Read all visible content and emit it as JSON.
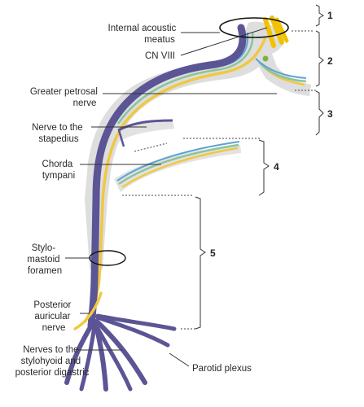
{
  "labels": {
    "internal_acoustic_meatus": [
      "Internal acoustic",
      "meatus"
    ],
    "cn_viii": "CN VIII",
    "greater_petrosal_nerve": [
      "Greater petrosal",
      "nerve"
    ],
    "nerve_to_stapedius": [
      "Nerve to the",
      "stapedius"
    ],
    "chorda_tympani": [
      "Chorda",
      "tympani"
    ],
    "stylomastoid_foramen": [
      "Stylo-",
      "mastoid",
      "foramen"
    ],
    "posterior_auricular_nerve": [
      "Posterior",
      "auricular",
      "nerve"
    ],
    "nerves_to_stylohyoid": [
      "Nerves to the",
      "stylohyoid and",
      "posterior digastric"
    ],
    "parotid_plexus": "Parotid plexus"
  },
  "segments": [
    "1",
    "2",
    "3",
    "4",
    "5"
  ],
  "colors": {
    "nerve_purple": "#5b5596",
    "nerve_yellow": "#f0c842",
    "nerve_green": "#8cc49a",
    "nerve_blue": "#5fa3d4",
    "canal_gray": "#dcdcdc",
    "cn_viii_yellow": "#f2c200"
  }
}
